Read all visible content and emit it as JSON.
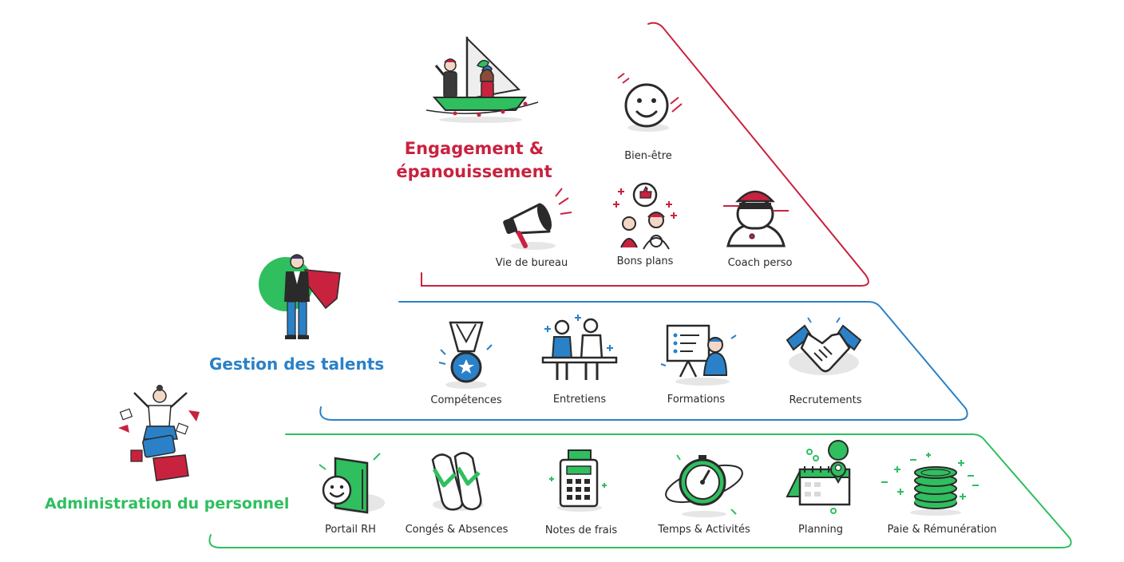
{
  "colors": {
    "engagement": "#c8223f",
    "talents": "#2a81c8",
    "administration": "#2fbf5f",
    "outline": "#2a2a2a",
    "gray": "#d9d9d9"
  },
  "engagement": {
    "title": "Engagement & épanouissement",
    "items": [
      {
        "label": "Bien-être",
        "icon": "smiley-icon"
      },
      {
        "label": "Vie de bureau",
        "icon": "megaphone-icon"
      },
      {
        "label": "Bons plans",
        "icon": "thumbs-up-people-icon"
      },
      {
        "label": "Coach perso",
        "icon": "coach-whistle-icon"
      }
    ]
  },
  "talents": {
    "title": "Gestion des talents",
    "items": [
      {
        "label": "Compétences",
        "icon": "medal-icon"
      },
      {
        "label": "Entretiens",
        "icon": "interview-icon"
      },
      {
        "label": "Formations",
        "icon": "training-board-icon"
      },
      {
        "label": "Recrutements",
        "icon": "handshake-icon"
      }
    ]
  },
  "administration": {
    "title": "Administration du personnel",
    "items": [
      {
        "label": "Portail RH",
        "icon": "portal-smiley-icon"
      },
      {
        "label": "Congés & Absences",
        "icon": "flip-flops-icon"
      },
      {
        "label": "Notes de frais",
        "icon": "receipt-machine-icon"
      },
      {
        "label": "Temps & Activités",
        "icon": "stopwatch-icon"
      },
      {
        "label": "Planning",
        "icon": "calendar-icon"
      },
      {
        "label": "Paie & Rémunération",
        "icon": "coin-stack-icon"
      }
    ]
  }
}
